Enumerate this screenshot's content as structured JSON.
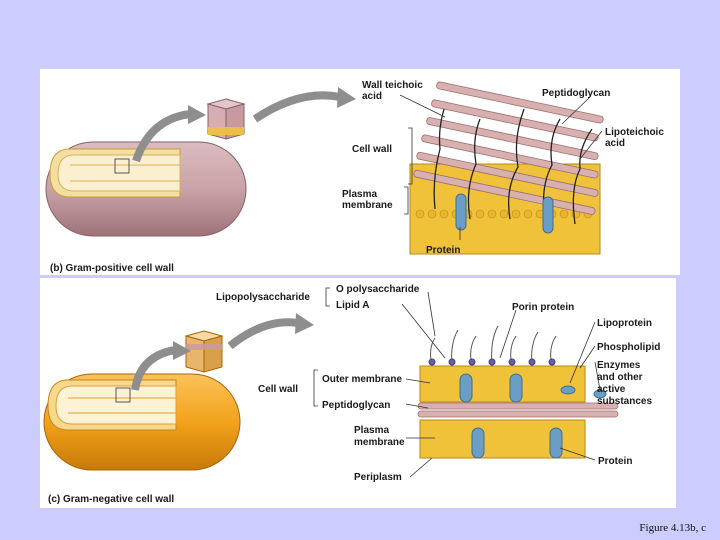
{
  "figure_caption": "Figure 4.13b, c",
  "panel_b": {
    "caption": "(b) Gram-positive cell wall",
    "labels": {
      "wall_teichoic_acid": [
        "Wall teichoic",
        "acid"
      ],
      "peptidoglycan": "Peptidoglycan",
      "lipoteichoic_acid": [
        "Lipoteichoic",
        "acid"
      ],
      "cell_wall": "Cell wall",
      "plasma_membrane": [
        "Plasma",
        "membrane"
      ],
      "protein": "Protein"
    }
  },
  "panel_c": {
    "caption": "(c) Gram-negative cell wall",
    "labels": {
      "lipopolysaccharide": "Lipopolysaccharide",
      "o_polysaccharide": "O polysaccharide",
      "lipid_a": "Lipid A",
      "porin_protein": "Porin protein",
      "lipoprotein": "Lipoprotein",
      "phospholipid": "Phospholipid",
      "enzymes": [
        "Enzymes",
        "and other",
        "active",
        "substances"
      ],
      "cell_wall": "Cell wall",
      "outer_membrane": "Outer membrane",
      "peptidoglycan": "Peptidoglycan",
      "plasma_membrane": [
        "Plasma",
        "membrane"
      ],
      "protein": "Protein",
      "periplasm": "Periplasm"
    }
  },
  "colors": {
    "background": "#ccccff",
    "gram_positive_cell": "#c9a3a8",
    "gram_negative_cell": "#f2a21b",
    "membrane": "#f0c23a",
    "peptidoglycan": "#d9b0b0",
    "protein": "#6a9ec4"
  }
}
